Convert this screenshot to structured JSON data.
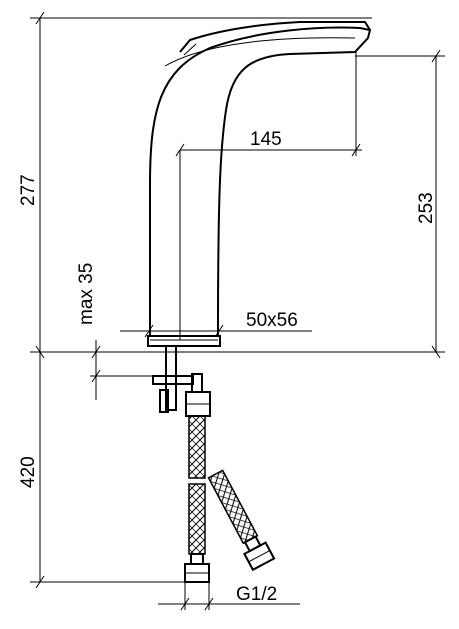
{
  "dimensions": {
    "height_total": "277",
    "reach": "145",
    "spout_height": "253",
    "max_deck": "max 35",
    "base": "50x56",
    "hose_length": "420",
    "thread": "G1/2"
  }
}
